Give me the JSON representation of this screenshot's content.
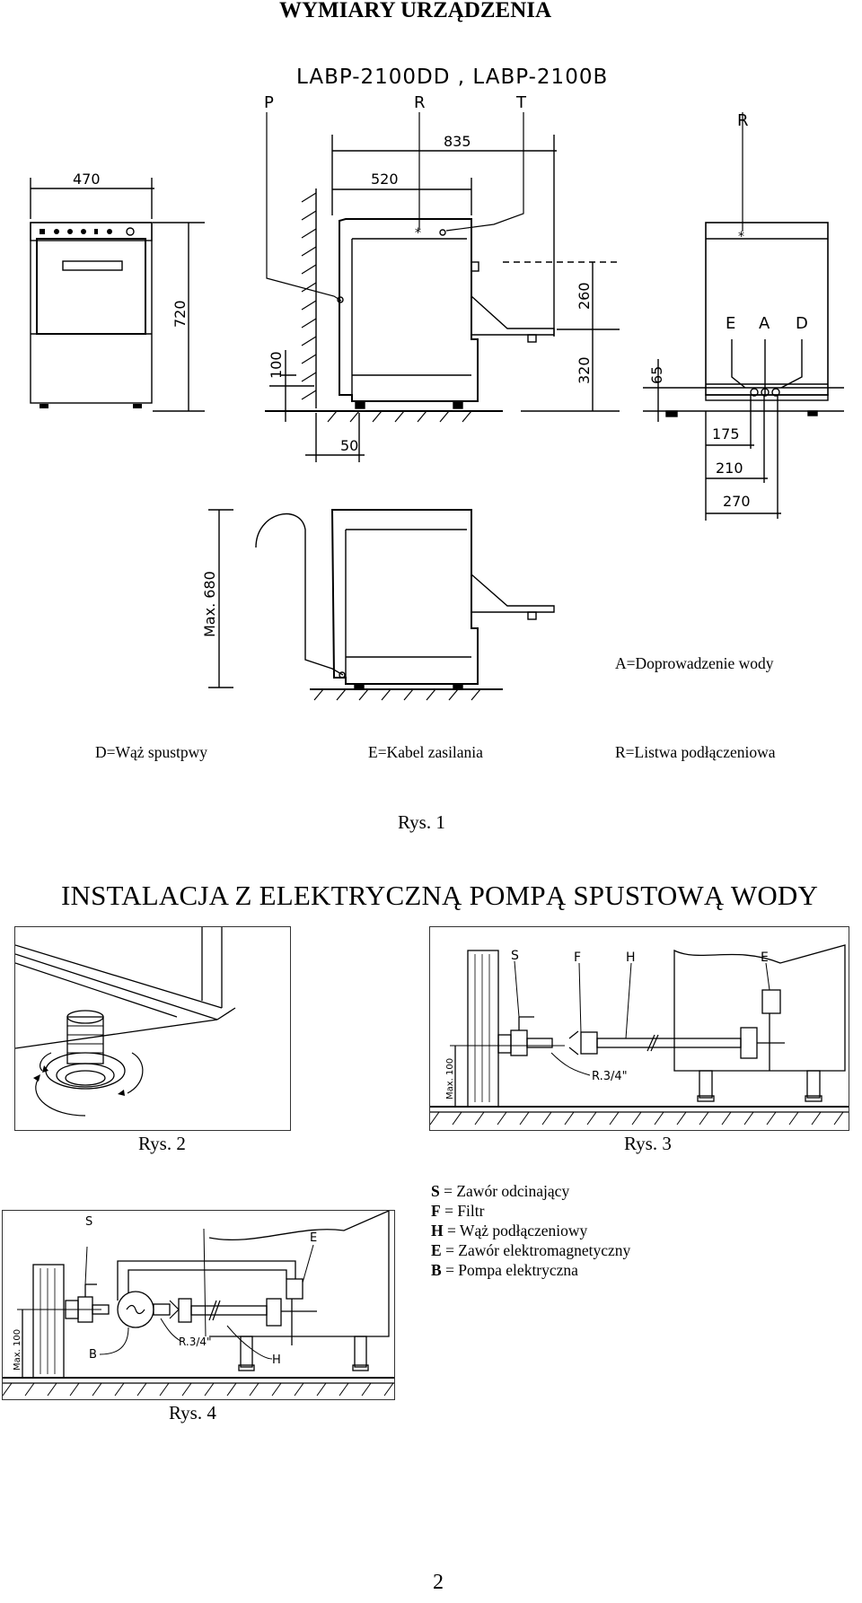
{
  "header": {
    "title": "WYMIARY URZĄDZENIA"
  },
  "fig1": {
    "model_title": "LABP-2100DD , LABP-2100B",
    "letters": {
      "P": "P",
      "R": "R",
      "T": "T",
      "R2": "R",
      "E": "E",
      "A": "A",
      "D": "D"
    },
    "dims": {
      "w470": "470",
      "w835": "835",
      "w520": "520",
      "h720": "720",
      "h260": "260",
      "h100": "100",
      "h320": "320",
      "h65": "65",
      "w50": "50",
      "w175": "175",
      "w210": "210",
      "w270": "270",
      "max680": "Max. 680"
    },
    "legend": {
      "A": "A=Doprowadzenie wody",
      "D": "D=Wąż spustpwy",
      "E": "E=Kabel zasilania",
      "R": "R=Listwa podłączeniowa"
    },
    "caption": "Rys. 1"
  },
  "section2": {
    "title": "INSTALACJA Z ELEKTRYCZNĄ POMPĄ SPUSTOWĄ WODY"
  },
  "fig2": {
    "caption": "Rys. 2"
  },
  "fig3": {
    "caption": "Rys. 3",
    "labels": {
      "S": "S",
      "F": "F",
      "H": "H",
      "E": "E",
      "thread": "R.3/4\"",
      "max100": "Max. 100"
    }
  },
  "fig4": {
    "caption": "Rys. 4",
    "labels": {
      "S": "S",
      "E": "E",
      "B": "B",
      "H": "H",
      "thread": "R.3/4\"",
      "max100": "Max. 100"
    }
  },
  "legend_items": [
    {
      "key": "S",
      "text": " = Zawór odcinający"
    },
    {
      "key": "F",
      "text": " = Filtr"
    },
    {
      "key": "H",
      "text": " = Wąż podłączeniowy"
    },
    {
      "key": "E",
      "text": " = Zawór elektromagnetyczny"
    },
    {
      "key": "B",
      "text": " = Pompa elektryczna"
    }
  ],
  "footer": {
    "page_number": "2"
  }
}
